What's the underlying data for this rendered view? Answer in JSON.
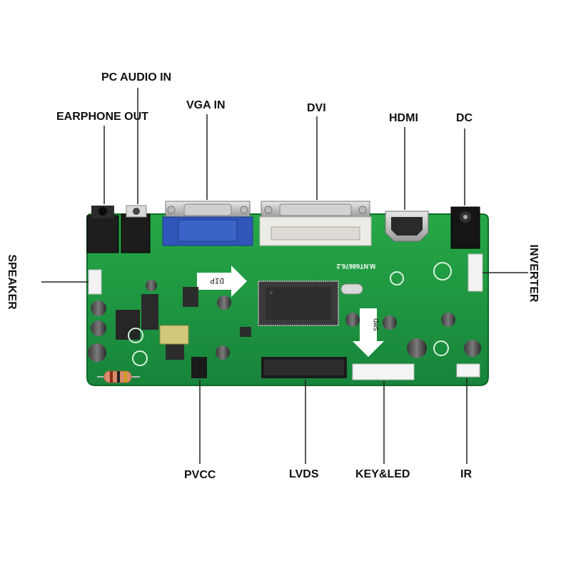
{
  "labels": {
    "pc_audio_in": "PC AUDIO IN",
    "earphone_out": "EARPHONE OUT",
    "vga_in": "VGA IN",
    "dvi": "DVI",
    "hdmi": "HDMI",
    "dc": "DC",
    "speaker": "SPEAKER",
    "inverter": "INVERTER",
    "pvcc": "PVCC",
    "lvds": "LVDS",
    "key_led": "KEY&LED",
    "ir": "IR"
  },
  "silkscreen": {
    "dip_arrow": "DIP",
    "smd_arrow": "SMD",
    "model": "M.NT68676.2"
  },
  "colors": {
    "pcb_green": "#1f9a3c",
    "vga_blue": "#2f56b8",
    "dvi_white": "#ecebe6",
    "leader_line": "#222222"
  }
}
